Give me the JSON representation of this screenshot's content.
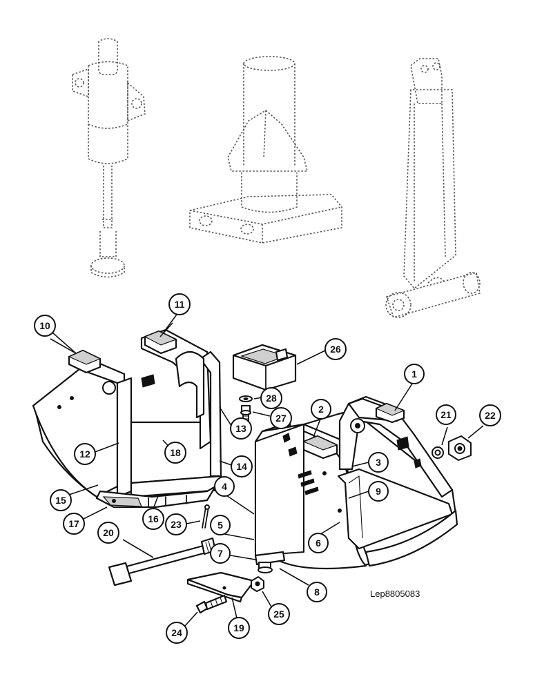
{
  "drawing_reference": "Lep8805083",
  "callouts": [
    {
      "label": "1"
    },
    {
      "label": "2"
    },
    {
      "label": "3"
    },
    {
      "label": "4"
    },
    {
      "label": "5"
    },
    {
      "label": "6"
    },
    {
      "label": "7"
    },
    {
      "label": "8"
    },
    {
      "label": "9"
    },
    {
      "label": "10"
    },
    {
      "label": "11"
    },
    {
      "label": "12"
    },
    {
      "label": "13"
    },
    {
      "label": "14"
    },
    {
      "label": "15"
    },
    {
      "label": "16"
    },
    {
      "label": "17"
    },
    {
      "label": "18"
    },
    {
      "label": "19"
    },
    {
      "label": "20"
    },
    {
      "label": "21"
    },
    {
      "label": "22"
    },
    {
      "label": "23"
    },
    {
      "label": "24"
    },
    {
      "label": "25"
    },
    {
      "label": "26"
    },
    {
      "label": "27"
    },
    {
      "label": "28"
    }
  ]
}
